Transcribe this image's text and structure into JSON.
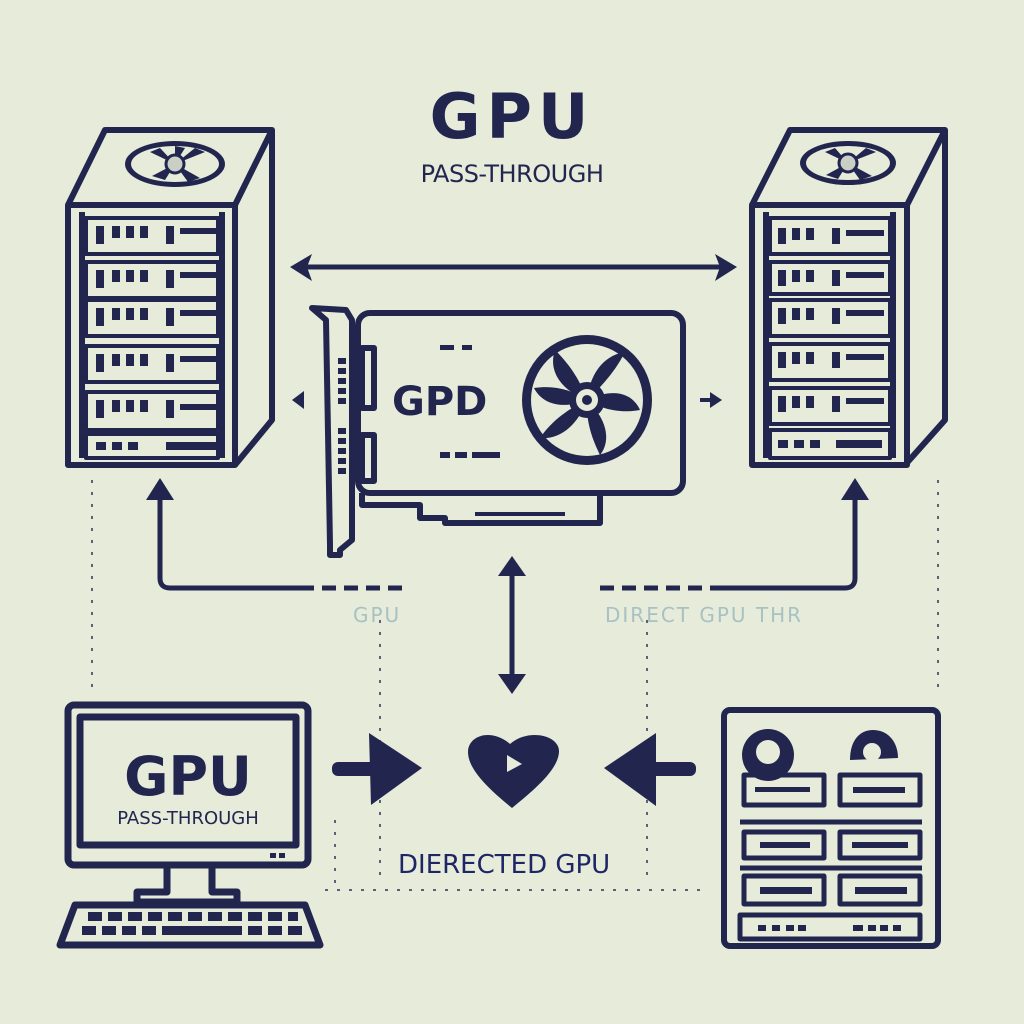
{
  "header": {
    "title": "GPU",
    "subtitle": "PASS-THROUGH"
  },
  "gpu_card": {
    "label": "GPD"
  },
  "monitor": {
    "title": "GPU",
    "subtitle": "PASS-THROUGH"
  },
  "faint_labels": {
    "left": "GPU",
    "right": "DIRECT GPU THR"
  },
  "center": {
    "label": "DIERECTED GPU"
  },
  "colors": {
    "ink": "#22264f",
    "background": "#e6ebda",
    "faint": "#a7c1c4"
  },
  "icons": {
    "left_server": "server-tower-icon",
    "right_server": "server-tower-icon",
    "gpu_card": "graphics-card-icon",
    "workstation": "desktop-computer-icon",
    "gpu_rack": "gpu-rack-icon",
    "center": "heart-play-icon"
  }
}
